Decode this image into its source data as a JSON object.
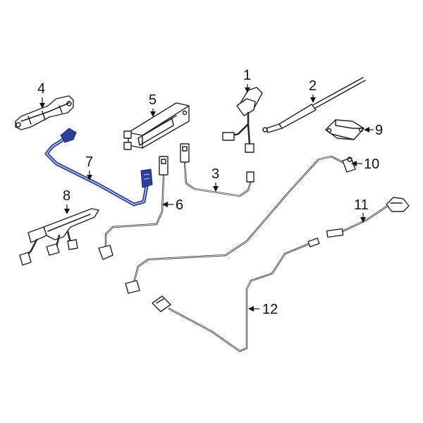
{
  "diagram": {
    "callouts": [
      {
        "id": "1",
        "text": "1"
      },
      {
        "id": "2",
        "text": "2"
      },
      {
        "id": "3",
        "text": "3"
      },
      {
        "id": "4",
        "text": "4"
      },
      {
        "id": "5",
        "text": "5"
      },
      {
        "id": "6",
        "text": "6"
      },
      {
        "id": "7",
        "text": "7"
      },
      {
        "id": "8",
        "text": "8"
      },
      {
        "id": "9",
        "text": "9"
      },
      {
        "id": "10",
        "text": "10"
      },
      {
        "id": "11",
        "text": "11"
      },
      {
        "id": "12",
        "text": "12"
      }
    ],
    "highlight_part": "7",
    "highlight_color": "#2a3f9e",
    "line_color": "#222222"
  }
}
